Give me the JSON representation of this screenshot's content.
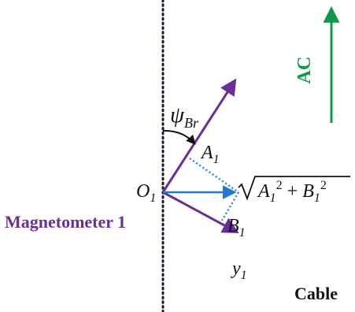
{
  "colors": {
    "purple": "#6a2e9a",
    "green": "#0a9a4a",
    "blue": "#1e78d8",
    "dotted_blue": "#2a88e0",
    "black": "#111111",
    "cable_dotted": "#0f1a2e"
  },
  "labels": {
    "ac": "AC",
    "psi_main": "ψ",
    "psi_sub": "Br",
    "a1_main": "A",
    "a1_sub": "1",
    "o1_main": "O",
    "o1_sub": "1",
    "sqrt_a": "A",
    "sqrt_a_sub": "1",
    "sqrt_a_sup": "2",
    "sqrt_plus": "+",
    "sqrt_b": "B",
    "sqrt_b_sub": "1",
    "sqrt_b_sup": "2",
    "magnetometer": "Magnetometer 1",
    "b1_main": "B",
    "b1_sub": "1",
    "y1_main": "y",
    "y1_sub": "1",
    "cable": "Cable"
  }
}
